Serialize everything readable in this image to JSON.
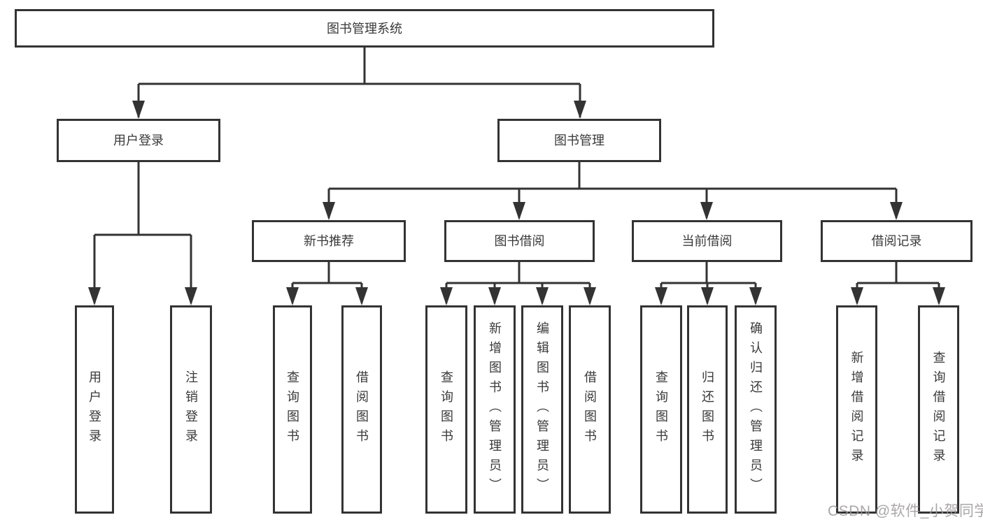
{
  "diagram_title": "图书管理系统",
  "nodes": {
    "root": "图书管理系统",
    "level2": [
      "用户登录",
      "图书管理"
    ],
    "level3": [
      "新书推荐",
      "图书借阅",
      "当前借阅",
      "借阅记录"
    ],
    "leaves_user": [
      "用户登录",
      "注销登录"
    ],
    "leaves_newbook": [
      "查询图书",
      "借阅图书"
    ],
    "leaves_borrow": [
      "查询图书",
      "新增图书（管理员）",
      "编辑图书（管理员）",
      "借阅图书"
    ],
    "leaves_current": [
      "查询图书",
      "归还图书",
      "确认归还（管理员）"
    ],
    "leaves_records": [
      "新增借阅记录",
      "查询借阅记录"
    ]
  },
  "watermark": "CSDN @软件_小贺同学",
  "colors": {
    "line": "#333333",
    "box_border": "#333333",
    "box_bg": "#ffffff",
    "text": "#3a3a3a",
    "watermark": "#9b9898"
  }
}
